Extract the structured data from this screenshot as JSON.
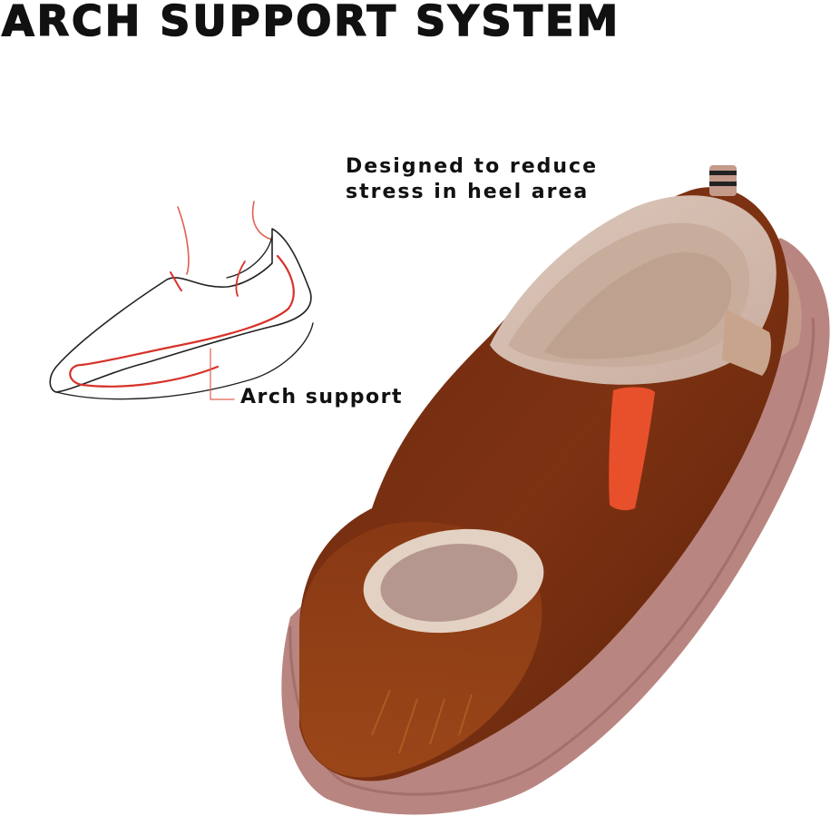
{
  "title": "ARCH SUPPORT SYSTEM",
  "callouts": {
    "heel_line1": "Designed to reduce",
    "heel_line2": "stress in heel area",
    "arch": "Arch support"
  },
  "colors": {
    "upper": "#7a2c0f",
    "upper_dark": "#5a1e08",
    "sole": "#b98580",
    "lining": "#d8c3b6",
    "accent_red": "#e8502b",
    "sketch_red": "#d6332a"
  },
  "icons": {
    "foot_sketch": "foot-arch-diagram-icon",
    "shoe": "slip-on-shoe-icon"
  }
}
